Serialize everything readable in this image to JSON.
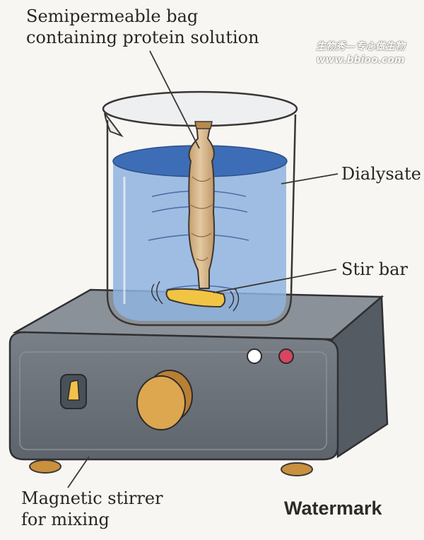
{
  "labels": {
    "bag": [
      "Semipermeable bag",
      "containing protein solution"
    ],
    "dialysate": "Dialysate",
    "stir_bar": "Stir bar",
    "stirrer": [
      "Magnetic stirrer",
      "for mixing"
    ]
  },
  "watermark": "Watermark",
  "site_mark": {
    "name": "生物秀—专心做生物",
    "url": "www.bbioo.com"
  },
  "colors": {
    "dialysate_blue": "#7fa6d4",
    "liquid_surface": "#3d6db6",
    "bag_tan": "#d8b98c",
    "stir_bar_yellow": "#f2c443",
    "stirrer_gray": "#6f757c",
    "knob_orange": "#d9a14a",
    "indicator_red": "#d8455e"
  }
}
